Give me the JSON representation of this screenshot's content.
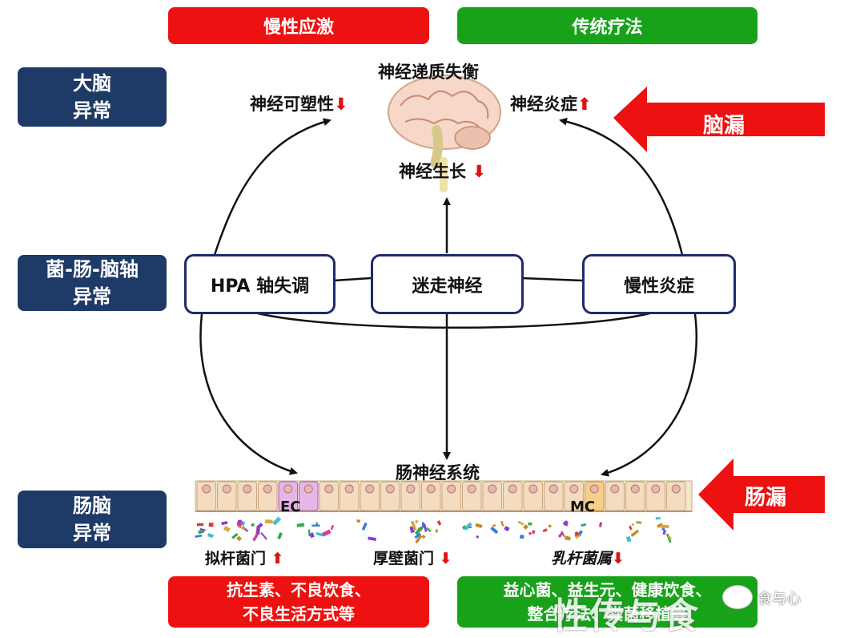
{
  "header": {
    "left_label": "慢性应激",
    "right_label": "传统疗法"
  },
  "sidebar": {
    "brain": [
      "大脑",
      "异常"
    ],
    "axis": [
      "菌-肠-脑轴",
      "异常"
    ],
    "gut": [
      "肠脑",
      "异常"
    ]
  },
  "brain": {
    "imbalance": "神经递质失衡",
    "plasticity": "神经可塑性",
    "plasticity_arrow": "⬇",
    "inflammation": "神经炎症",
    "inflammation_arrow": "⬆",
    "growth": "神经生长",
    "growth_arrow": "⬇",
    "leak_label": "脑漏"
  },
  "axis": {
    "hpa": "HPA 轴失调",
    "vagus": "迷走神经",
    "chronic_inflammation": "慢性炎症"
  },
  "gut": {
    "enteric_nervous_system": "肠神经系统",
    "ec_label": "EC",
    "mc_label": "MC",
    "leak_label": "肠漏",
    "bacteroidetes": "拟杆菌门",
    "bacteroidetes_arrow": "⬆",
    "firmicutes": "厚壁菌门",
    "firmicutes_arrow": "⬇",
    "lactobacillus": "乳杆菌属",
    "lactobacillus_arrow": "⬇"
  },
  "bottom": {
    "left_line1": "抗生素、不良饮食、",
    "left_line2": "不良生活方式等",
    "right_line1": "益心菌、益生元、健康饮食、",
    "right_line2": "整合疗法、粪菌移植等"
  },
  "watermark": {
    "overlay": "性传与食",
    "corner": "食与心"
  },
  "colors": {
    "red": "#ee1111",
    "green": "#17a21a",
    "navy": "#1e3a66",
    "node_border": "#1f2a6b"
  }
}
